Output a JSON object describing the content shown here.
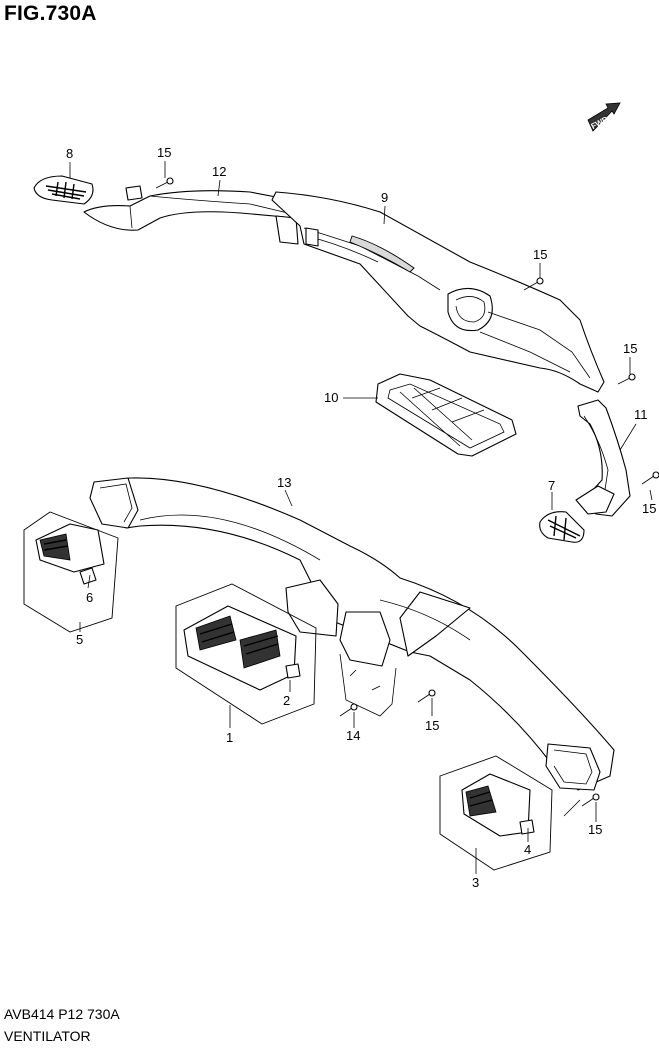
{
  "figure": {
    "title": "FIG.730A",
    "catalog_code": "AVB414 P12 730A",
    "name": "VENTILATOR",
    "fwd_label": "FWD"
  },
  "callouts": {
    "c1": "1",
    "c2": "2",
    "c3": "3",
    "c4": "4",
    "c5": "5",
    "c6": "6",
    "c7": "7",
    "c8": "8",
    "c9": "9",
    "c10": "10",
    "c11": "11",
    "c12": "12",
    "c13": "13",
    "c14": "14",
    "c15a": "15",
    "c15b": "15",
    "c15c": "15",
    "c15d": "15",
    "c15e": "15",
    "c15f": "15"
  }
}
